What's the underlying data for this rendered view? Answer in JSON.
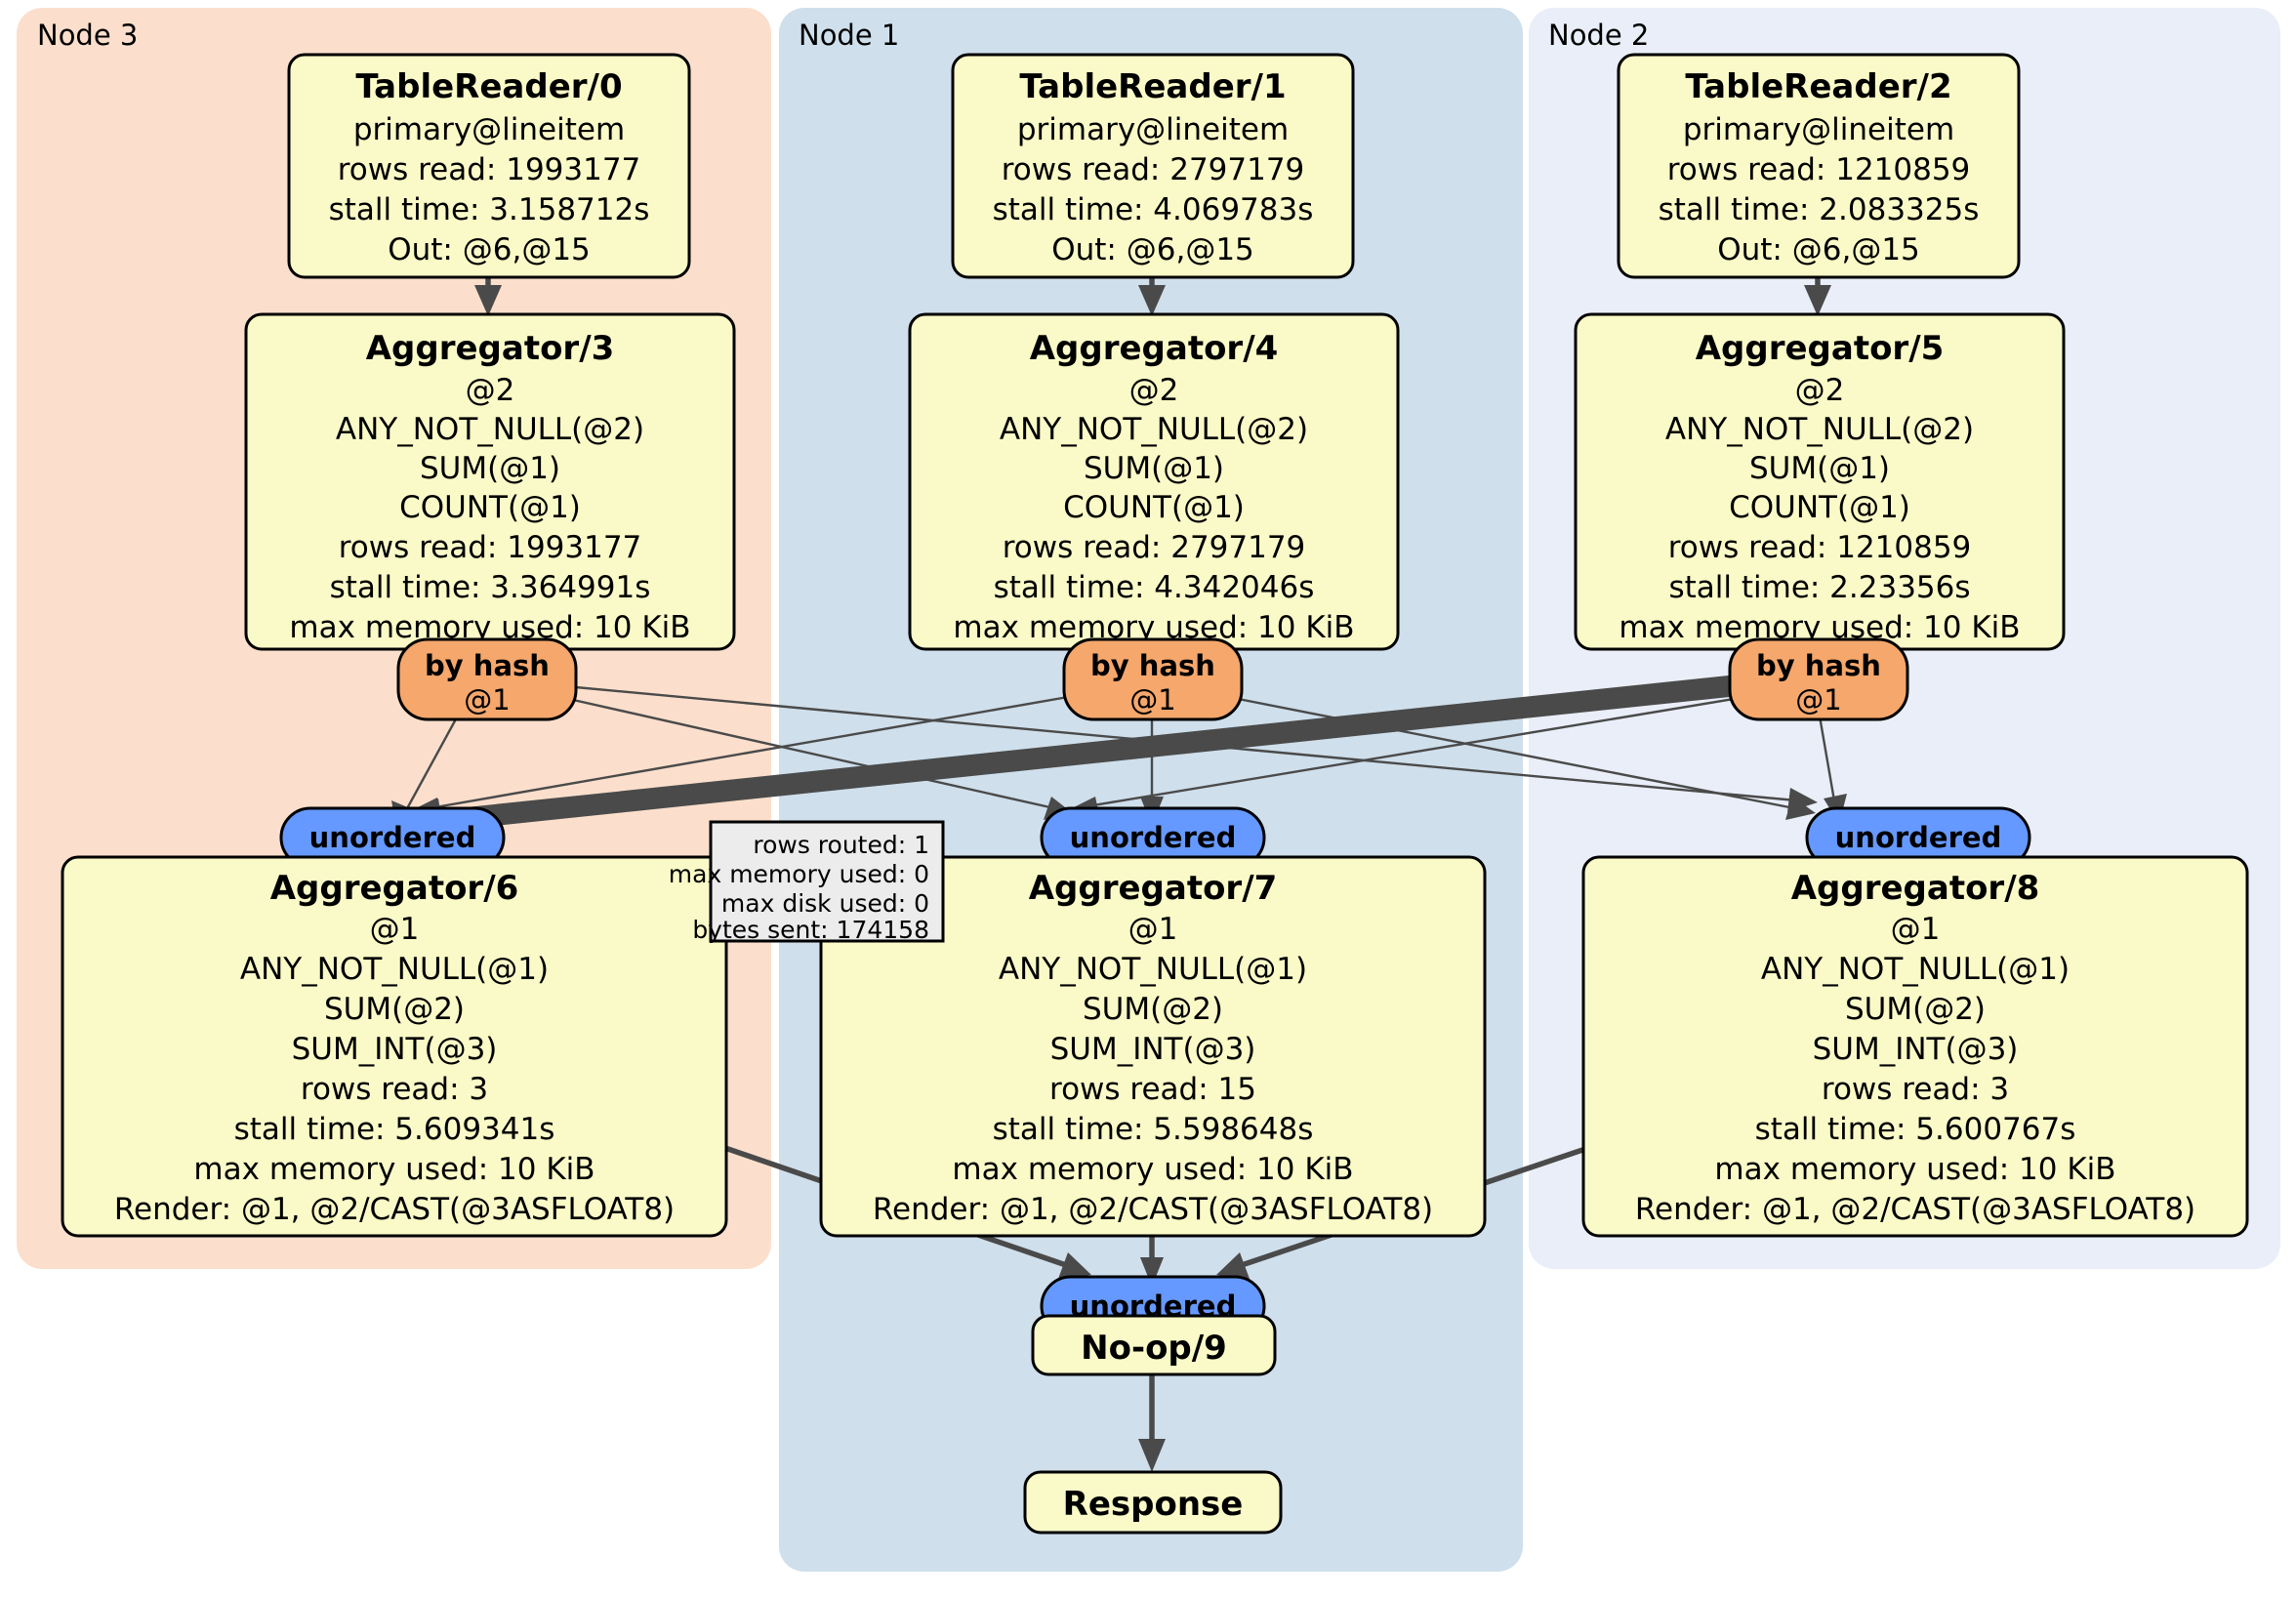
{
  "diagram": {
    "type": "distsql-physical-plan",
    "background": "#ffffff",
    "colors": {
      "node_fill": "#FAFAC8",
      "node_stroke": "#000000",
      "cluster_node3": "#FBDFCC",
      "cluster_node1": "#CFDFEC",
      "cluster_node2": "#E9EEF8",
      "router_fill": "#F5A76C",
      "stream_fill": "#6699FF",
      "tooltip_fill": "#ECECEC",
      "edge": "#4a4a4a"
    }
  },
  "clusters": [
    {
      "id": "node3",
      "label": "Node 3"
    },
    {
      "id": "node1",
      "label": "Node 1"
    },
    {
      "id": "node2",
      "label": "Node 2"
    }
  ],
  "processors": [
    {
      "id": "tablereader0",
      "title": "TableReader/0",
      "lines": [
        "primary@lineitem",
        "rows read: 1993177",
        "stall time: 3.158712s",
        "Out: @6,@15"
      ]
    },
    {
      "id": "tablereader1",
      "title": "TableReader/1",
      "lines": [
        "primary@lineitem",
        "rows read: 2797179",
        "stall time: 4.069783s",
        "Out: @6,@15"
      ]
    },
    {
      "id": "tablereader2",
      "title": "TableReader/2",
      "lines": [
        "primary@lineitem",
        "rows read: 1210859",
        "stall time: 2.083325s",
        "Out: @6,@15"
      ]
    },
    {
      "id": "aggregator3",
      "title": "Aggregator/3",
      "lines": [
        "@2",
        "ANY_NOT_NULL(@2)",
        "SUM(@1)",
        "COUNT(@1)",
        "rows read: 1993177",
        "stall time: 3.364991s",
        "max memory used: 10 KiB"
      ]
    },
    {
      "id": "aggregator4",
      "title": "Aggregator/4",
      "lines": [
        "@2",
        "ANY_NOT_NULL(@2)",
        "SUM(@1)",
        "COUNT(@1)",
        "rows read: 2797179",
        "stall time: 4.342046s",
        "max memory used: 10 KiB"
      ]
    },
    {
      "id": "aggregator5",
      "title": "Aggregator/5",
      "lines": [
        "@2",
        "ANY_NOT_NULL(@2)",
        "SUM(@1)",
        "COUNT(@1)",
        "rows read: 1210859",
        "stall time: 2.23356s",
        "max memory used: 10 KiB"
      ]
    },
    {
      "id": "aggregator6",
      "title": "Aggregator/6",
      "lines": [
        "@1",
        "ANY_NOT_NULL(@1)",
        "SUM(@2)",
        "SUM_INT(@3)",
        "rows read: 3",
        "stall time: 5.609341s",
        "max memory used: 10 KiB",
        "Render: @1, @2/CAST(@3ASFLOAT8)"
      ]
    },
    {
      "id": "aggregator7",
      "title": "Aggregator/7",
      "lines": [
        "@1",
        "ANY_NOT_NULL(@1)",
        "SUM(@2)",
        "SUM_INT(@3)",
        "rows read: 15",
        "stall time: 5.598648s",
        "max memory used: 10 KiB",
        "Render: @1, @2/CAST(@3ASFLOAT8)"
      ]
    },
    {
      "id": "aggregator8",
      "title": "Aggregator/8",
      "lines": [
        "@1",
        "ANY_NOT_NULL(@1)",
        "SUM(@2)",
        "SUM_INT(@3)",
        "rows read: 3",
        "stall time: 5.600767s",
        "max memory used: 10 KiB",
        "Render: @1, @2/CAST(@3ASFLOAT8)"
      ]
    },
    {
      "id": "noop9",
      "title": "No-op/9",
      "lines": []
    },
    {
      "id": "response",
      "title": "Response",
      "lines": []
    }
  ],
  "routers": [
    {
      "id": "byhash3",
      "title": "by hash",
      "sub": "@1"
    },
    {
      "id": "byhash4",
      "title": "by hash",
      "sub": "@1"
    },
    {
      "id": "byhash5",
      "title": "by hash",
      "sub": "@1"
    }
  ],
  "streams": [
    {
      "id": "unordered6",
      "label": "unordered"
    },
    {
      "id": "unordered7",
      "label": "unordered"
    },
    {
      "id": "unordered8",
      "label": "unordered"
    },
    {
      "id": "unordered9",
      "label": "unordered"
    }
  ],
  "tooltip": {
    "id": "stream-stats-tooltip",
    "lines": [
      "rows routed: 1",
      "max memory used: 0",
      "max disk used: 0",
      "bytes sent: 174158"
    ]
  }
}
